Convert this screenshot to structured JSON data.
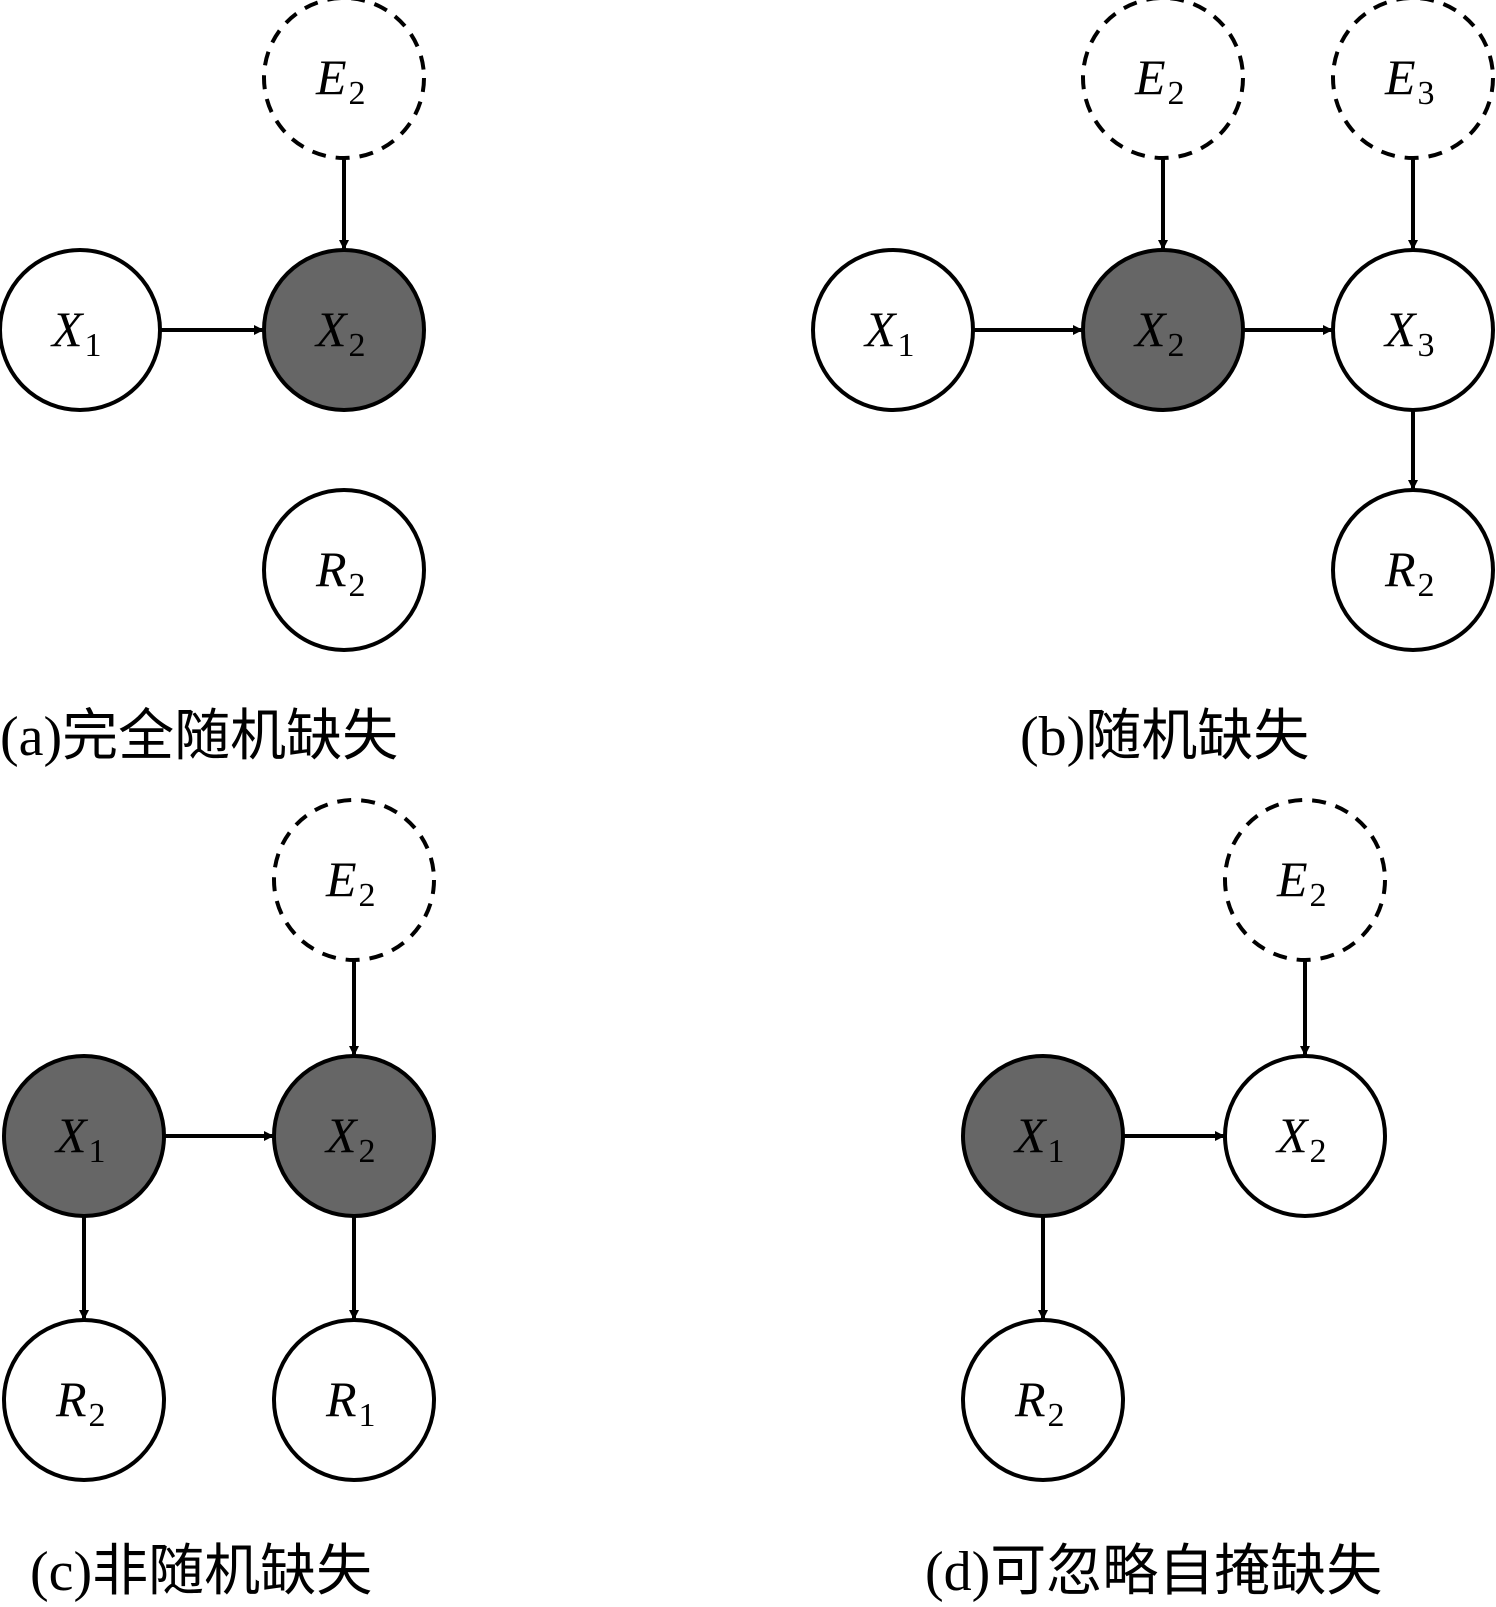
{
  "panels": [
    {
      "caption": "(a)完全随机缺失",
      "nodes": [
        {
          "id": "a-E2",
          "letter": "E",
          "sub": "2",
          "style": "latent"
        },
        {
          "id": "a-X1",
          "letter": "X",
          "sub": "1",
          "style": "observed"
        },
        {
          "id": "a-X2",
          "letter": "X",
          "sub": "2",
          "style": "shaded"
        },
        {
          "id": "a-R2",
          "letter": "R",
          "sub": "2",
          "style": "observed"
        }
      ],
      "edges": [
        {
          "from": "a-E2",
          "to": "a-X2"
        },
        {
          "from": "a-X1",
          "to": "a-X2"
        }
      ]
    },
    {
      "caption": "(b)随机缺失",
      "nodes": [
        {
          "id": "b-E2",
          "letter": "E",
          "sub": "2",
          "style": "latent"
        },
        {
          "id": "b-E3",
          "letter": "E",
          "sub": "3",
          "style": "latent"
        },
        {
          "id": "b-X1",
          "letter": "X",
          "sub": "1",
          "style": "observed"
        },
        {
          "id": "b-X2",
          "letter": "X",
          "sub": "2",
          "style": "shaded"
        },
        {
          "id": "b-X3",
          "letter": "X",
          "sub": "3",
          "style": "observed"
        },
        {
          "id": "b-R2",
          "letter": "R",
          "sub": "2",
          "style": "observed"
        }
      ],
      "edges": [
        {
          "from": "b-E2",
          "to": "b-X2"
        },
        {
          "from": "b-E3",
          "to": "b-X3"
        },
        {
          "from": "b-X1",
          "to": "b-X2"
        },
        {
          "from": "b-X2",
          "to": "b-X3"
        },
        {
          "from": "b-X3",
          "to": "b-R2"
        }
      ]
    },
    {
      "caption": "(c)非随机缺失",
      "nodes": [
        {
          "id": "c-E2",
          "letter": "E",
          "sub": "2",
          "style": "latent"
        },
        {
          "id": "c-X1",
          "letter": "X",
          "sub": "1",
          "style": "shaded"
        },
        {
          "id": "c-X2",
          "letter": "X",
          "sub": "2",
          "style": "shaded"
        },
        {
          "id": "c-R2",
          "letter": "R",
          "sub": "2",
          "style": "observed"
        },
        {
          "id": "c-R1",
          "letter": "R",
          "sub": "1",
          "style": "observed"
        }
      ],
      "edges": [
        {
          "from": "c-E2",
          "to": "c-X2"
        },
        {
          "from": "c-X1",
          "to": "c-X2"
        },
        {
          "from": "c-X1",
          "to": "c-R2"
        },
        {
          "from": "c-X2",
          "to": "c-R1"
        }
      ]
    },
    {
      "caption": "(d)可忽略自掩缺失",
      "nodes": [
        {
          "id": "d-E2",
          "letter": "E",
          "sub": "2",
          "style": "latent"
        },
        {
          "id": "d-X1",
          "letter": "X",
          "sub": "1",
          "style": "shaded"
        },
        {
          "id": "d-X2",
          "letter": "X",
          "sub": "2",
          "style": "observed"
        },
        {
          "id": "d-R2",
          "letter": "R",
          "sub": "2",
          "style": "observed"
        }
      ],
      "edges": [
        {
          "from": "d-E2",
          "to": "d-X2"
        },
        {
          "from": "d-X1",
          "to": "d-X2"
        },
        {
          "from": "d-X1",
          "to": "d-R2"
        }
      ]
    }
  ]
}
